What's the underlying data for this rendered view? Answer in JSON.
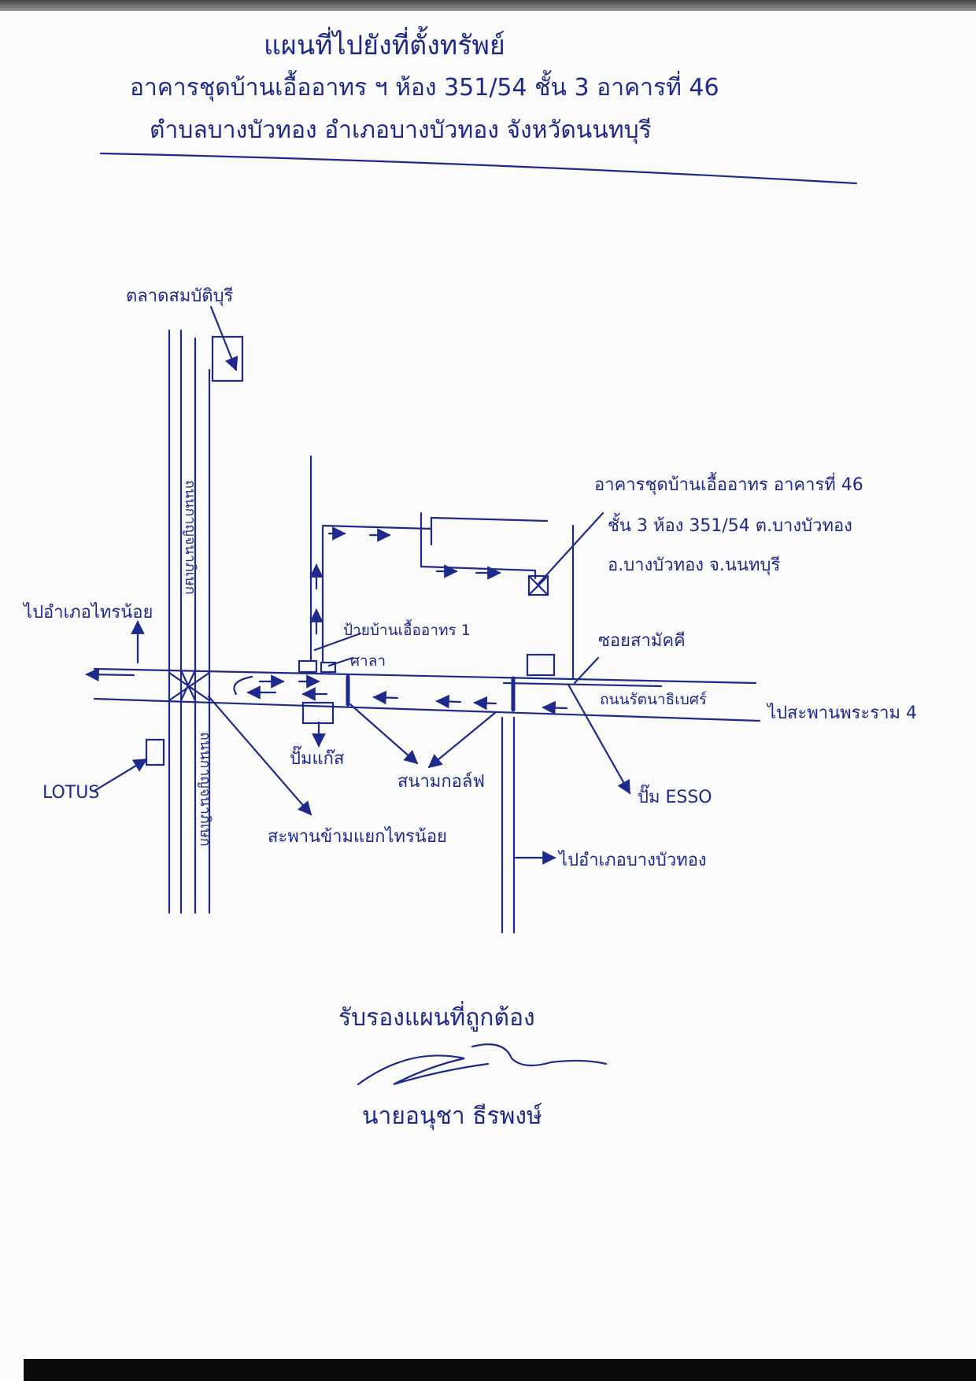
{
  "header": {
    "title": "แผนที่ไปยังที่ตั้งทรัพย์",
    "line1": "อาคารชุดบ้านเอื้ออาทร ฯ ห้อง 351/54 ชั้น 3 อาคารที่ 46",
    "line2": "ตำบลบางบัวทอง อำเภอบางบัวทอง จังหวัดนนทบุรี"
  },
  "map": {
    "labels": {
      "market": "ตลาดสมบัติบุรี",
      "road_vertical_top": "ถนนกาญจนาภิเษก",
      "road_vertical_bottom": "ถนนกาญจนาภิเษก",
      "to_sai_noi": "ไปอำเภอไทรน้อย",
      "building_line1": "อาคารชุดบ้านเอื้ออาทร อาคารที่ 46",
      "building_line2": "ชั้น 3 ห้อง 351/54 ต.บางบัวทอง",
      "building_line3": "อ.บางบัวทอง จ.นนทบุรี",
      "village_sign": "ป้ายบ้านเอื้ออาทร 1",
      "sala": "ศาลา",
      "soi": "ซอยสามัคคี",
      "road_horizontal": "ถนนรัตนาธิเบศร์",
      "to_rama4": "ไปสะพานพระราม 4",
      "gas_station": "ปั๊มแก๊ส",
      "lotus": "LOTUS",
      "golf": "สนามกอล์ฟ",
      "esso": "ปั๊ม ESSO",
      "sai_noi_intersection": "สะพานข้ามแยกไทรน้อย",
      "to_bang_bua_thong": "ไปอำเภอบางบัวทอง"
    }
  },
  "certification": {
    "text": "รับรองแผนที่ถูกต้อง",
    "name": "นายอนุชา ธีรพงษ์"
  },
  "colors": {
    "ink": "#1d2a8c",
    "paper": "#fbfbfb"
  }
}
